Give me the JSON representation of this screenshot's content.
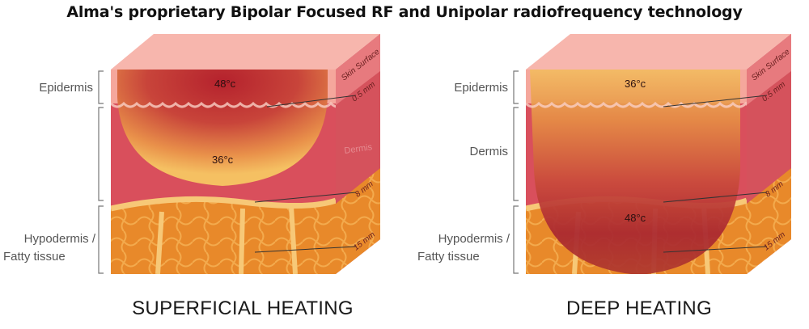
{
  "title": "Alma's proprietary Bipolar Focused RF and Unipolar radiofrequency technology",
  "panels": [
    {
      "caption": "SUPERFICIAL HEATING",
      "layers": {
        "epidermis": "Epidermis",
        "dermis": "Dermis",
        "hypodermis_1": "Hypodermis /",
        "hypodermis_2": "Fatty tissue"
      },
      "side": {
        "skin_surface": "Skin Surface",
        "depth_1": "0.5 mm",
        "depth_2": "8 mm",
        "depth_3": "15 mm"
      },
      "temps": {
        "hot": "48°c",
        "cool": "36°c"
      }
    },
    {
      "caption": "DEEP HEATING",
      "layers": {
        "epidermis": "Epidermis",
        "dermis": "Dermis",
        "hypodermis_1": "Hypodermis /",
        "hypodermis_2": "Fatty tissue"
      },
      "side": {
        "skin_surface": "Skin Surface",
        "depth_1": "0.5 mm",
        "depth_2": "8 mm",
        "depth_3": "15 mm"
      },
      "temps": {
        "cool": "36°c",
        "hot": "48°c"
      }
    }
  ],
  "colors": {
    "epidermis": "#f6a9a0",
    "dermis": "#d94f5c",
    "fat": "#e8892a",
    "fat_lines": "#f7c877",
    "heat_core": "#b8242c",
    "heat_edge": "#f2b455"
  }
}
